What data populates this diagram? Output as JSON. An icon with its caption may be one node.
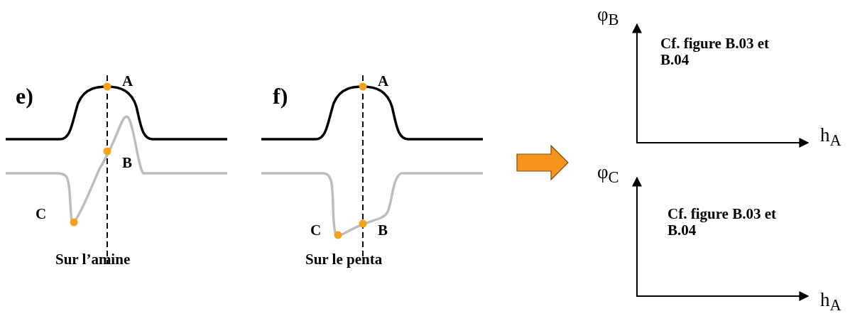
{
  "diagram": {
    "labels": [
      "e)",
      "A",
      "B",
      "C",
      "Sur l’amine",
      "f)",
      "A",
      "C",
      "B",
      "Sur le penta",
      "φ$_{B}$",
      "Cf. figure B.03 et B.04",
      "h$_{A}$",
      "φ$_{C}$",
      "Cf. figure B.03 et B.04",
      "h$_{A}$"
    ]
  }
}
